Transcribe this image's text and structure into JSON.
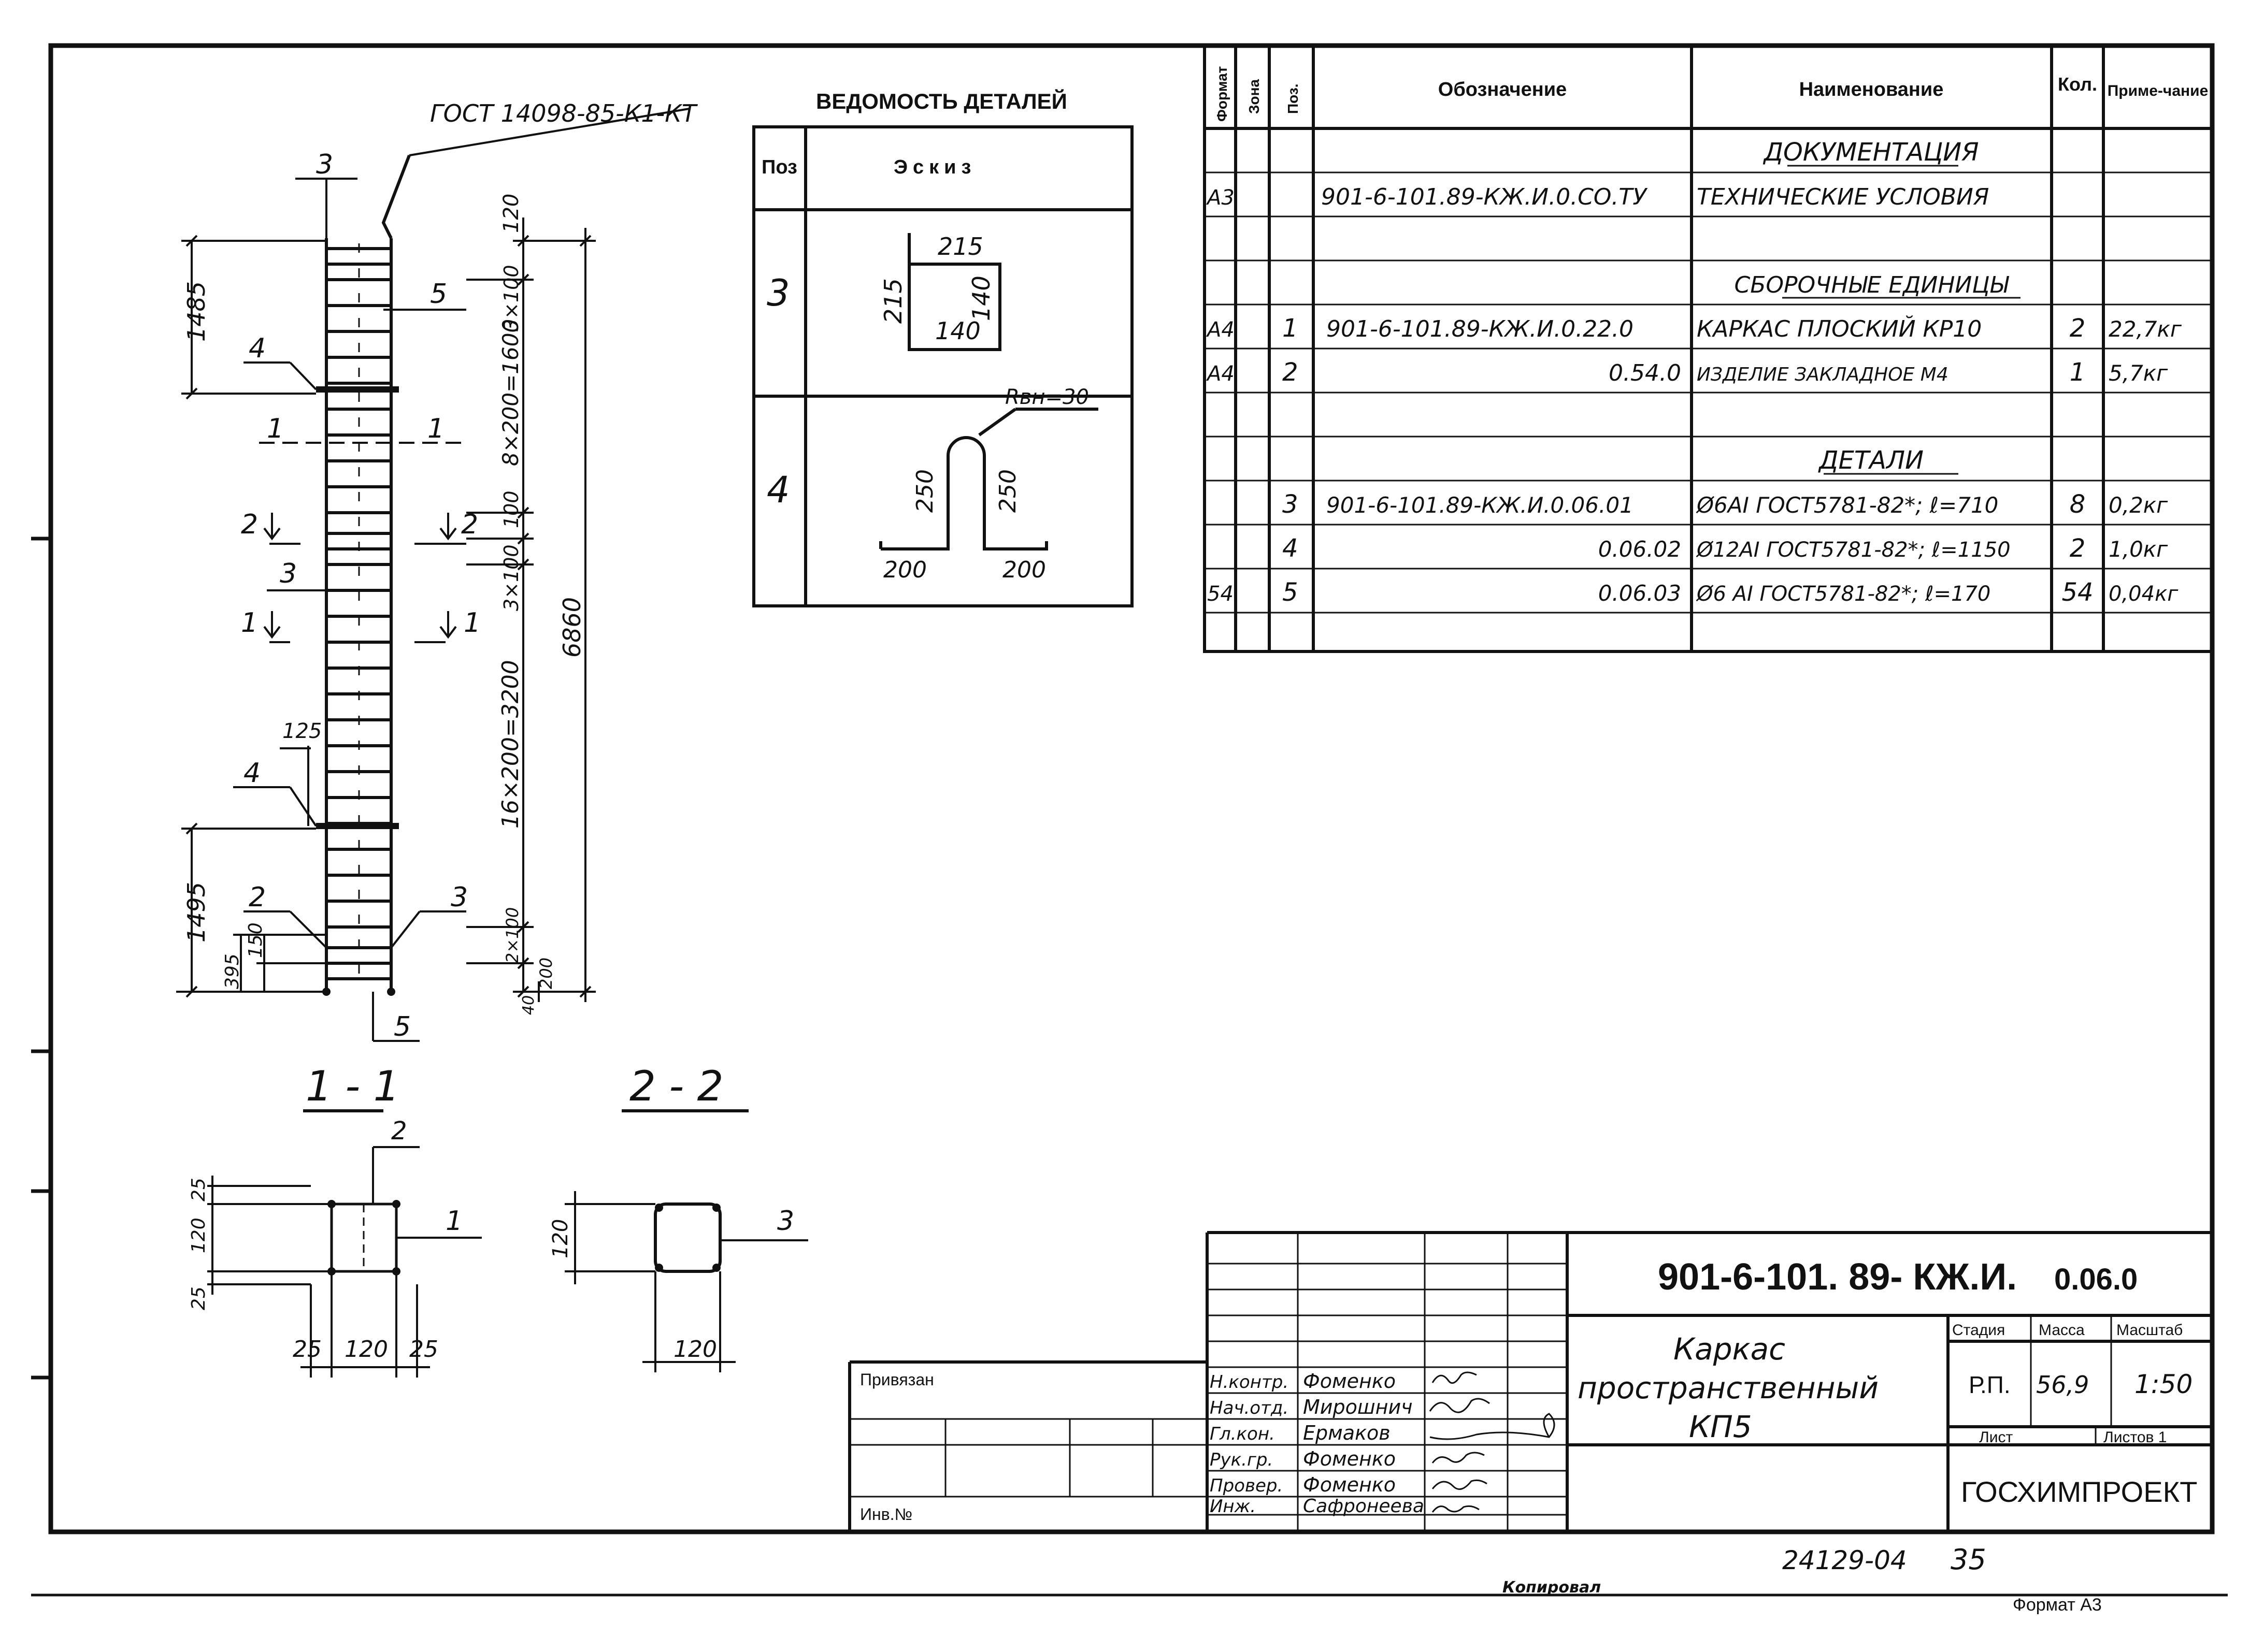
{
  "main_view": {
    "gost_label": "ГОСТ 14098-85-К1-КТ",
    "position_marks": [
      "3",
      "5",
      "4",
      "1",
      "1",
      "2",
      "2",
      "3",
      "1",
      "1",
      "4",
      "2",
      "3",
      "5"
    ],
    "dimensions": {
      "left_top": "1485",
      "left_bottom": "1495",
      "left_small_a": "395",
      "left_small_b": "150",
      "offset_125": "125",
      "right_top": "120",
      "right_3x100_top": "3×100",
      "right_8x200": "8×200=1600",
      "right_100_mid": "100",
      "right_3x100_mid": "3×100",
      "right_16x200": "16×200=3200",
      "right_total": "6860",
      "right_2x100": "2×100",
      "right_200": "200",
      "right_40": "40"
    }
  },
  "sections": {
    "s11": {
      "title": "1 - 1",
      "mark": "2",
      "mark_right": "1",
      "dim_left": [
        "25",
        "120",
        "25"
      ],
      "dim_bottom": [
        "25",
        "120",
        "25"
      ]
    },
    "s22": {
      "title": "2 - 2",
      "mark_right": "3",
      "dim_left": "120",
      "dim_bottom": "120"
    }
  },
  "details": {
    "title": "ВЕДОМОСТЬ ДЕТАЛЕЙ",
    "headers": [
      "Поз",
      "Эскиз"
    ],
    "rows": [
      {
        "pos": "3",
        "dims": [
          "215",
          "215",
          "140",
          "140"
        ]
      },
      {
        "pos": "4",
        "dims": [
          "Rвн=30",
          "250",
          "250",
          "200",
          "200"
        ]
      }
    ]
  },
  "spec": {
    "headers": [
      "Формат",
      "Зона",
      "Поз.",
      "Обозначение",
      "Наименование",
      "Кол.",
      "Приме-чание"
    ],
    "rows": [
      {
        "fmt": "",
        "pos": "",
        "des": "",
        "name": "ДОКУМЕНТАЦИЯ",
        "qty": "",
        "note": "",
        "kind": "section"
      },
      {
        "fmt": "А3",
        "pos": "",
        "des": "901-6-101.89-КЖ.И.0.СО.ТУ",
        "name": "ТЕХНИЧЕСКИЕ УСЛОВИЯ",
        "qty": "",
        "note": ""
      },
      {
        "fmt": "",
        "pos": "",
        "des": "",
        "name": "",
        "qty": "",
        "note": ""
      },
      {
        "fmt": "",
        "pos": "",
        "des": "",
        "name": "СБОРОЧНЫЕ ЕДИНИЦЫ",
        "qty": "",
        "note": "",
        "kind": "section"
      },
      {
        "fmt": "А4",
        "pos": "1",
        "des": "901-6-101.89-КЖ.И.0.22.0",
        "name": "КАРКАС ПЛОСКИЙ КР10",
        "qty": "2",
        "note": "22,7кг"
      },
      {
        "fmt": "А4",
        "pos": "2",
        "des": "0.54.0",
        "name": "ИЗДЕЛИЕ ЗАКЛАДНОЕ  М4",
        "qty": "1",
        "note": "5,7кг"
      },
      {
        "fmt": "",
        "pos": "",
        "des": "",
        "name": "",
        "qty": "",
        "note": ""
      },
      {
        "fmt": "",
        "pos": "",
        "des": "",
        "name": "ДЕТАЛИ",
        "qty": "",
        "note": "",
        "kind": "section"
      },
      {
        "fmt": "",
        "pos": "3",
        "des": "901-6-101.89-КЖ.И.0.06.01",
        "name": "Ø6АI ГОСТ5781-82*; ℓ=710",
        "qty": "8",
        "note": "0,2кг"
      },
      {
        "fmt": "",
        "pos": "4",
        "des": "0.06.02",
        "name": "Ø12АI ГОСТ5781-82*; ℓ=1150",
        "qty": "2",
        "note": "1,0кг"
      },
      {
        "fmt": "54",
        "pos": "5",
        "des": "0.06.03",
        "name": "Ø6 АI ГОСТ5781-82*; ℓ=170",
        "qty": "54",
        "note": "0,04кг"
      },
      {
        "fmt": "",
        "pos": "",
        "des": "",
        "name": "",
        "qty": "",
        "note": ""
      }
    ]
  },
  "title_block": {
    "doc_code": "901-6-101. 89- КЖ.И.",
    "doc_suffix": "0.06.0",
    "title_lines": [
      "Каркас",
      "пространственный",
      "КП5"
    ],
    "stage_label": "Стадия",
    "mass_label": "Масса",
    "scale_label": "Масштаб",
    "stage": "Р.П.",
    "mass": "56,9",
    "scale": "1:50",
    "sheet_label": "Лист",
    "sheets_label": "Листов 1",
    "org": "ГОСХИМПРОЕКТ",
    "bound_label": "Привязан",
    "inv_label": "Инв.№",
    "signatures": [
      {
        "role": "Н.контр.",
        "name": "Фоменко"
      },
      {
        "role": "Нач.отд.",
        "name": "Мирошнич"
      },
      {
        "role": "Гл.кон.",
        "name": "Ермаков"
      },
      {
        "role": "Рук.гр.",
        "name": "Фоменко"
      },
      {
        "role": "Провер.",
        "name": "Фоменко"
      },
      {
        "role": "Инж.",
        "name": "Сафронеева"
      }
    ]
  },
  "footer": {
    "number": "24129-04",
    "page": "35",
    "copied": "Копировал",
    "format": "Формат А3"
  }
}
